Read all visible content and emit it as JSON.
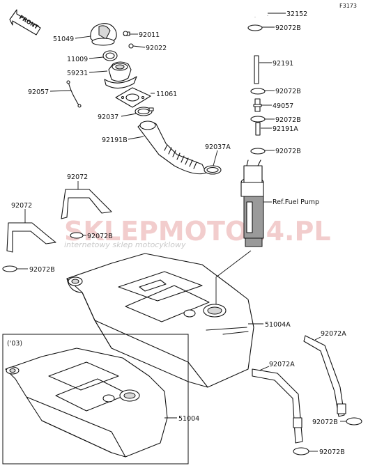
{
  "figure_id": "F3173",
  "front_label": "FRONT",
  "variant_label": "('03)",
  "ref_label": "Ref.Fuel Pump",
  "watermark": {
    "brand": "SKLEPMOTO24.PL",
    "tagline": "internetowy sklep motocyklowy"
  },
  "parts": {
    "p32152": "32152",
    "p92072B_1": "92072B",
    "p92191": "92191",
    "p92072B_2": "92072B",
    "p49057": "49057",
    "p92072B_3": "92072B",
    "p92191A": "92191A",
    "p92072B_4": "92072B",
    "p51049": "51049",
    "p92011": "92011",
    "p92022": "92022",
    "p11009": "11009",
    "p59231": "59231",
    "p92057": "92057",
    "p11061": "11061",
    "p92037": "92037",
    "p92191B": "92191B",
    "p92037A": "92037A",
    "p92072_1": "92072",
    "p92072_2": "92072",
    "p92072B_5": "92072B",
    "p92072B_6": "92072B",
    "p51004A": "51004A",
    "p92072A_1": "92072A",
    "p92072A_2": "92072A",
    "p92072B_7": "92072B",
    "p92072B_8": "92072B",
    "p51004": "51004"
  }
}
